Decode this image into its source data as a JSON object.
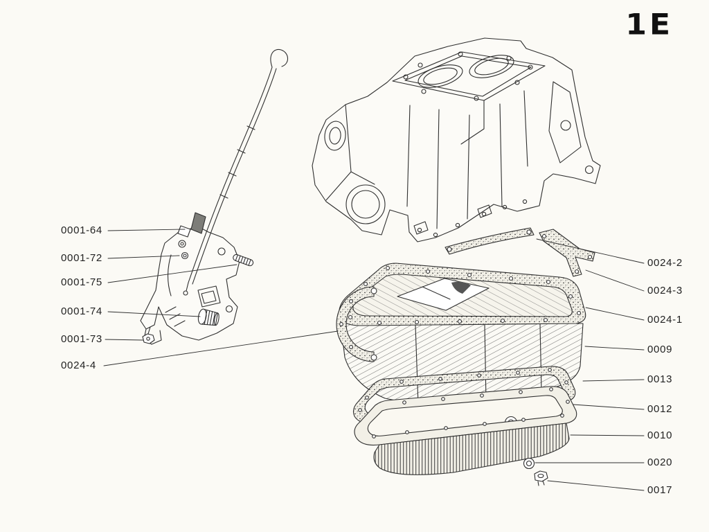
{
  "page": {
    "code": "1E"
  },
  "colors": {
    "paper": "#fbfaf5",
    "ink": "#2e2e2e"
  },
  "labels": {
    "left": [
      {
        "text": "0001-64"
      },
      {
        "text": "0001-72"
      },
      {
        "text": "0001-75"
      },
      {
        "text": "0001-74"
      },
      {
        "text": "0001-73"
      },
      {
        "text": "0024-4"
      }
    ],
    "right": [
      {
        "text": "0024-2"
      },
      {
        "text": "0024-3"
      },
      {
        "text": "0024-1"
      },
      {
        "text": "0009"
      },
      {
        "text": "0013"
      },
      {
        "text": "0012"
      },
      {
        "text": "0010"
      },
      {
        "text": "0020"
      },
      {
        "text": "0017"
      }
    ]
  }
}
